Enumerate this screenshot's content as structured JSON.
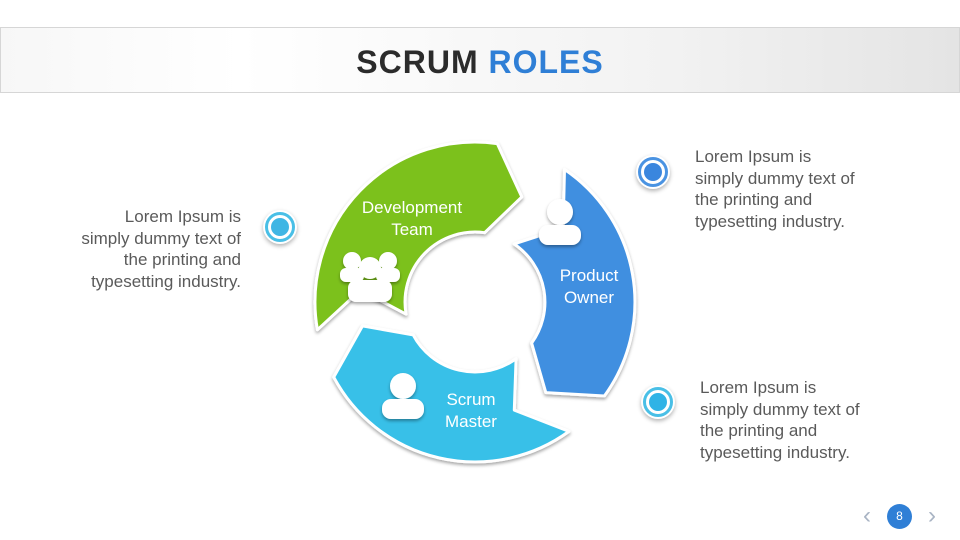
{
  "slide": {
    "title_main": "SCRUM",
    "title_accent": "ROLES",
    "page_number": "8",
    "colors": {
      "accent": "#2f7fd6",
      "green": "#7cc11c",
      "blue": "#3f8fe0",
      "cyan": "#38c0e8"
    }
  },
  "cycle": {
    "development_team": {
      "line1": "Development",
      "line2": "Team",
      "icon": "team-icon"
    },
    "product_owner": {
      "line1": "Product",
      "line2": "Owner",
      "icon": "person-icon"
    },
    "scrum_master": {
      "line1": "Scrum",
      "line2": "Master",
      "icon": "person-icon"
    }
  },
  "descriptions": {
    "left": [
      "Lorem Ipsum is",
      "simply dummy text of",
      "the printing and",
      "typesetting industry."
    ],
    "top_right": [
      "Lorem Ipsum is",
      "simply dummy text of",
      "the printing and",
      "typesetting industry."
    ],
    "bottom_right": [
      "Lorem Ipsum is",
      "simply dummy text of",
      "the printing and",
      "typesetting industry."
    ]
  },
  "pager": {
    "prev_icon": "chevron-left-icon",
    "next_icon": "chevron-right-icon"
  }
}
